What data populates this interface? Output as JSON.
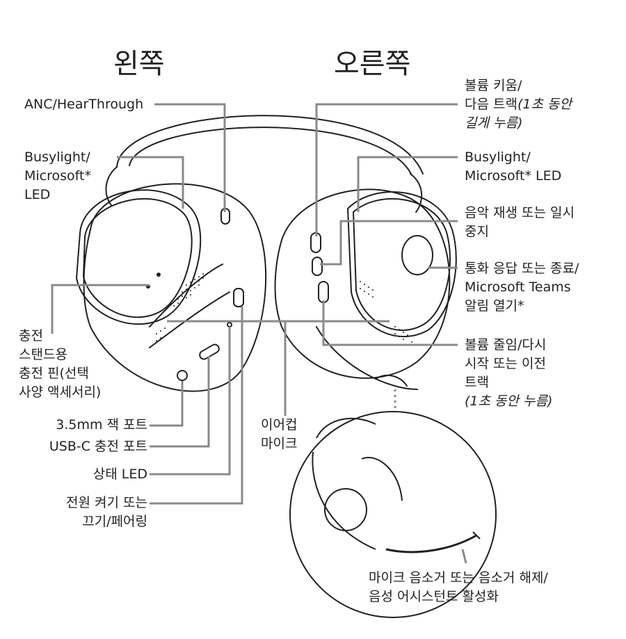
{
  "headings": {
    "left": "왼쪽",
    "right": "오른쪽"
  },
  "left_labels": {
    "anc": "ANC/HearThrough",
    "busylight_1": "Busylight/",
    "busylight_2": "Microsoft*",
    "busylight_3": "LED",
    "charge_1": "충전",
    "charge_2": "스탠드용",
    "charge_3": "충전 핀(선택",
    "charge_4": "사양 액세서리)",
    "jack": "3.5mm 잭 포트",
    "usbc": "USB-C 충전 포트",
    "status": "상태 LED",
    "power_1": "전원 켜기 또는",
    "power_2": "끄기/페어링"
  },
  "center_labels": {
    "earcup_mic_1": "이어컵",
    "earcup_mic_2": "마이크"
  },
  "right_labels": {
    "vol_up_1": "볼륨 키움/",
    "vol_up_2a": "다음 트랙",
    "vol_up_2b": "(1초 동안",
    "vol_up_3": "길게 누름)",
    "busylight_1": "Busylight/",
    "busylight_2": "Microsoft* LED",
    "play_1": "음악 재생 또는 일시",
    "play_2": "중지",
    "call_1": "통화 응답 또는 종료/",
    "call_2": "Microsoft Teams",
    "call_3": "알림 열기*",
    "vol_down_1": "볼륨 줄임/다시",
    "vol_down_2": "시작 또는 이전",
    "vol_down_3": "트랙",
    "vol_down_4": "(1초 동안 누름)",
    "mute_1": "마이크 음소거 또는 음소거 해제/",
    "mute_2": "음성 어시스턴트 활성화"
  },
  "colors": {
    "line": "#231f20",
    "background": "#ffffff"
  }
}
